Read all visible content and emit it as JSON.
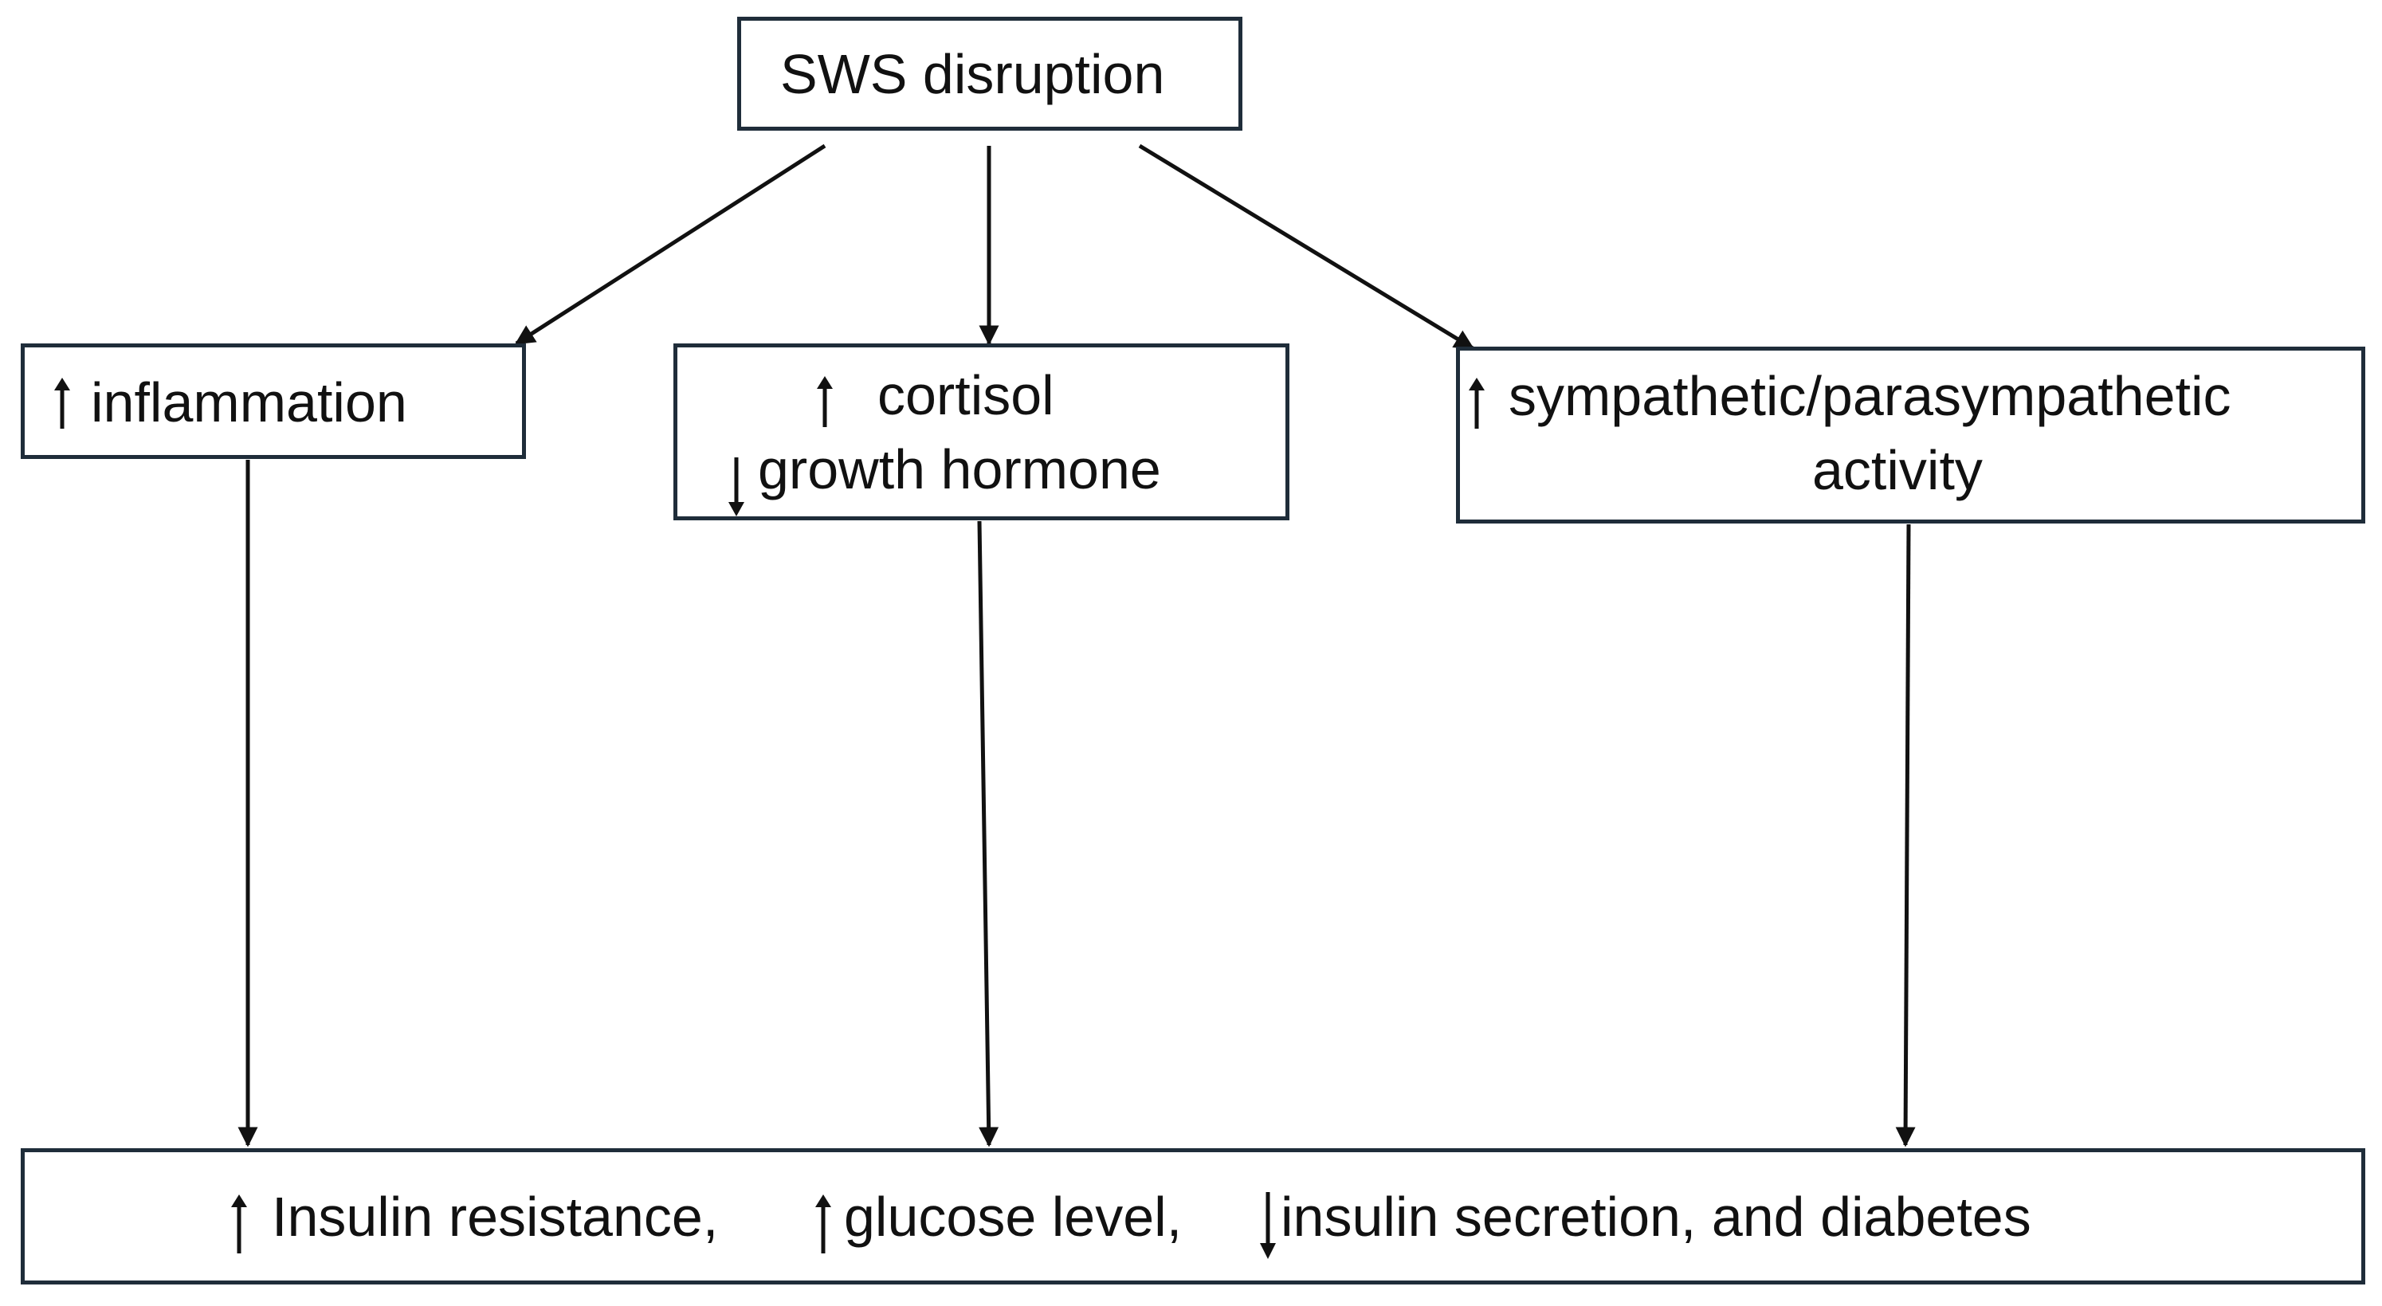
{
  "diagram": {
    "root": {
      "label": "SWS disruption"
    },
    "inflammation": {
      "label": "inflammation",
      "direction_icon": "up-arrow-icon"
    },
    "hormones": {
      "line1": "cortisol",
      "line1_icon": "up-arrow-icon",
      "line2": "growth hormone",
      "line2_icon": "down-arrow-icon"
    },
    "autonomic": {
      "line1": "sympathetic/parasympathetic",
      "line1_icon": "up-arrow-icon",
      "line2": "activity"
    },
    "outcome": {
      "part1": "Insulin resistance,",
      "part1_icon": "up-arrow-icon",
      "part2": "glucose level,",
      "part2_icon": "up-arrow-icon",
      "part3": "insulin secretion, and diabetes",
      "part3_icon": "down-arrow-icon"
    },
    "colors": {
      "box_border": "#1f2d3a",
      "arrow": "#111111",
      "text": "#111111"
    }
  }
}
